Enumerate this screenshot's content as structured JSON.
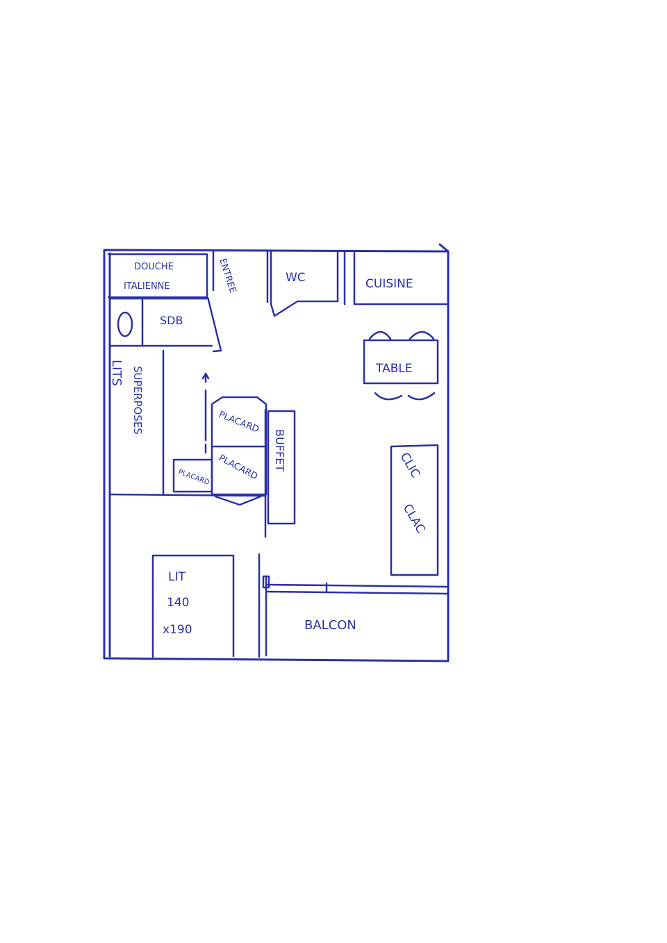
{
  "plan": {
    "rooms": {
      "shower_line1": "DOUCHE",
      "shower_line2": "ITALIENNE",
      "bathroom": "SDB",
      "entrance": "ENTREE",
      "wc": "WC",
      "kitchen": "CUISINE",
      "table": "TABLE",
      "bunk_beds": "LITS",
      "bunk_beds_2": "SUPERPOSES",
      "cupboard_top": "PLACARD",
      "cupboard_bottom": "PLACARD",
      "cupboard_small": "PLACARD",
      "buffet": "BUFFET",
      "sofa_bed_1": "CLIC",
      "sofa_bed_2": "CLAC",
      "bed_line1": "LIT",
      "bed_line2": "140",
      "bed_line3": "x190",
      "balcony": "BALCON"
    },
    "colors": {
      "ink": "#2b2fa8",
      "paper": "#ffffff"
    }
  }
}
